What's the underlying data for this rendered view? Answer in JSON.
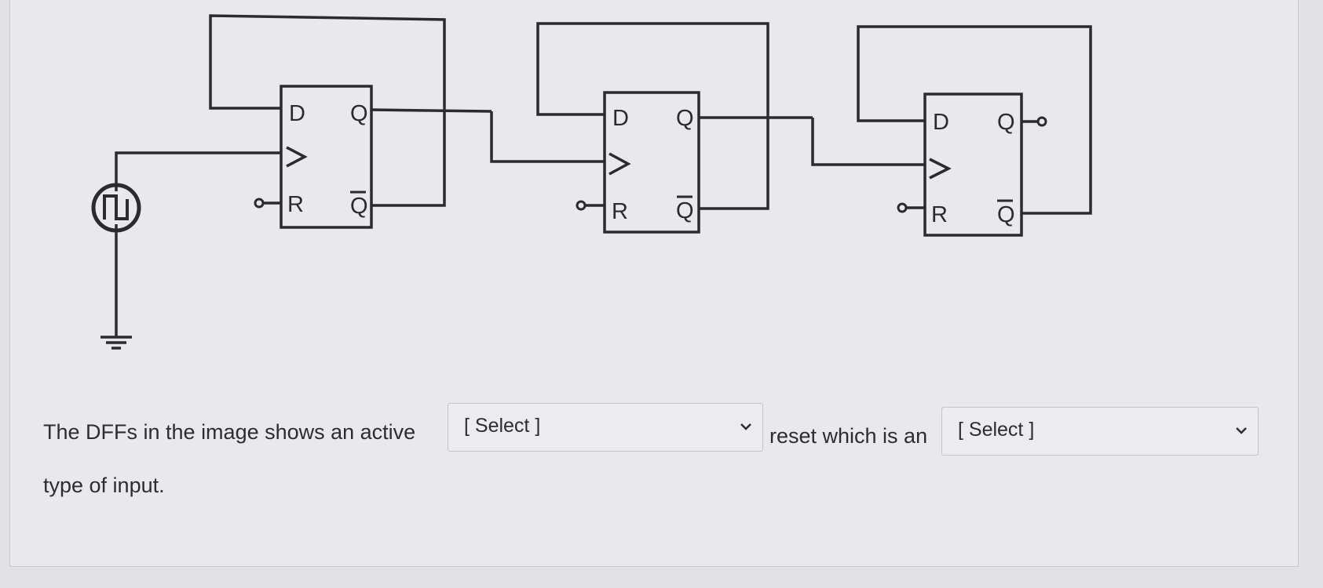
{
  "diagram": {
    "flipflops": [
      {
        "d": "D",
        "q": "Q",
        "r": "R",
        "qbar": "Q"
      },
      {
        "d": "D",
        "q": "Q",
        "r": "R",
        "qbar": "Q"
      },
      {
        "d": "D",
        "q": "Q",
        "r": "R",
        "qbar": "Q"
      }
    ],
    "icons": [
      "clock-source-icon",
      "ground-icon",
      "chevron-down-icon"
    ]
  },
  "question": {
    "part1": "The DFFs in the image shows an active",
    "select1": "[ Select ]",
    "part2": "reset which is an",
    "select2": "[ Select ]",
    "part3": "type of input."
  },
  "colors": {
    "wire": "#2b2b2f",
    "text": "#2d2d31",
    "panel": "#e9e9eb"
  }
}
